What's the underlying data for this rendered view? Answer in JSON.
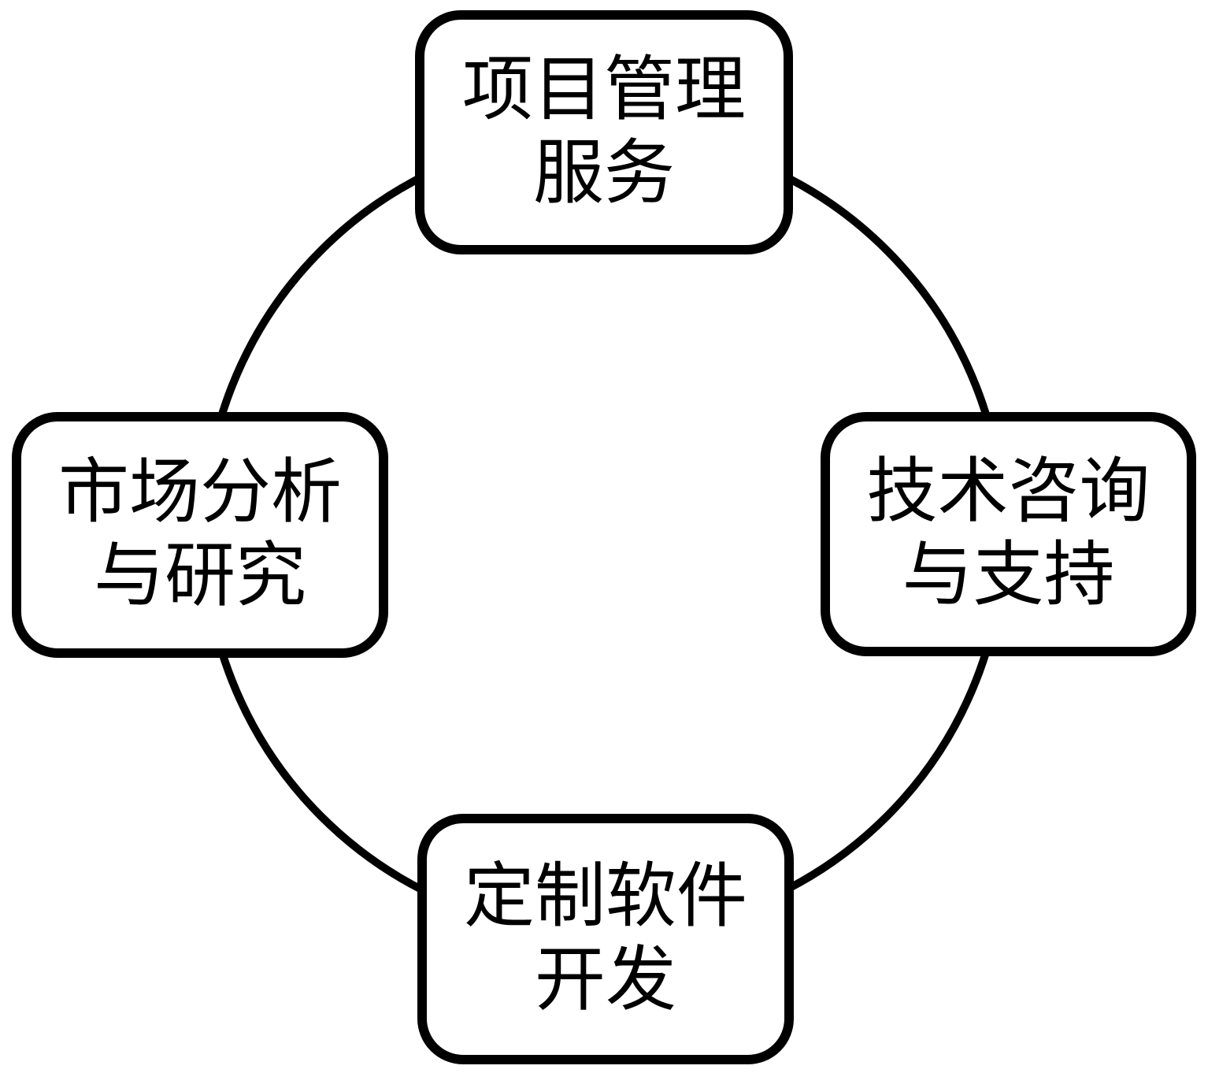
{
  "diagram": {
    "type": "cycle",
    "colors": {
      "line": "#000000",
      "node_fill": "#ffffff",
      "background": "#ffffff",
      "text": "#000000"
    },
    "nodes": {
      "top": {
        "label": "项目管理服务",
        "line1": "项目管理",
        "line2": "服务"
      },
      "right": {
        "label": "技术咨询与支持",
        "line1": "技术咨询",
        "line2": "与支持"
      },
      "bottom": {
        "label": "定制软件开发",
        "line1": "定制软件",
        "line2": "开发"
      },
      "left": {
        "label": "市场分析与研究",
        "line1": "市场分析",
        "line2": "与研究"
      }
    }
  }
}
